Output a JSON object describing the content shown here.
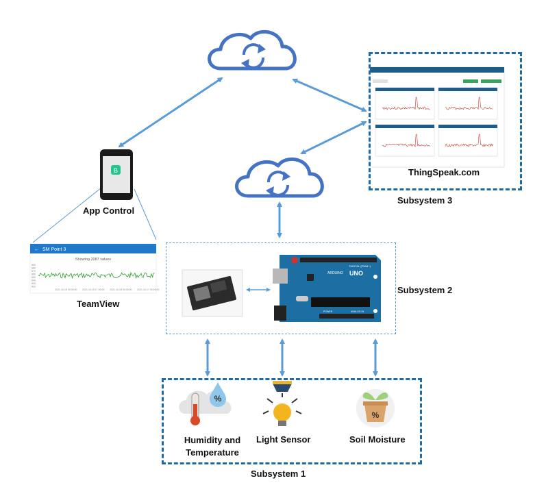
{
  "subsystems": {
    "s1": "Subsystem 1",
    "s2": "Subsystem 2",
    "s3": "Subsystem 3"
  },
  "nodes": {
    "app_control": "App Control",
    "teamview": "TeamView",
    "thingspeak": "ThingSpeak.com",
    "humidity": "Humidity and",
    "humidity2": "Temperature",
    "light": "Light Sensor",
    "soil": "Soil Moisture"
  },
  "teamview_panel": {
    "header": "SM Point 3",
    "subtitle": "Showing 2087 values",
    "y_ticks": [
      "890",
      "880",
      "870",
      "860",
      "850",
      "840",
      "830",
      "820"
    ],
    "x_ticks": [
      "2021-10-15 00:00:00",
      "2021-10-15 17:00:00",
      "2021-10-16 09:00:00",
      "2021-10-17 00:00:00"
    ]
  },
  "arduino": {
    "brand": "ARDUINO",
    "model": "UNO",
    "digital": "DIGITAL (PWM~)",
    "power": "POWER",
    "analog": "ANALOG IN"
  },
  "phone": {
    "app_letter": "B"
  },
  "colors": {
    "arrow": "#5b9bd5",
    "cloud": "#4472c4",
    "dash_dark": "#1f6aa5",
    "board": "#1d6fa3"
  }
}
